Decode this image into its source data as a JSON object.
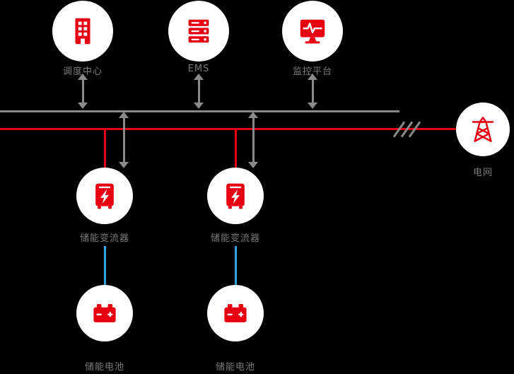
{
  "nodes": {
    "dispatch_center": {
      "label": "调度中心",
      "icon": "building-icon"
    },
    "ems": {
      "label": "EMS",
      "icon": "server-icon"
    },
    "monitoring_platform": {
      "label": "监控平台",
      "icon": "monitor-pulse-icon"
    },
    "grid": {
      "label": "电网",
      "icon": "transmission-tower-icon"
    },
    "pcs_left": {
      "label": "储能变流器",
      "icon": "converter-icon"
    },
    "pcs_right": {
      "label": "储能变流器",
      "icon": "converter-icon"
    },
    "battery_left": {
      "label": "储能电池",
      "icon": "battery-icon"
    },
    "battery_right": {
      "label": "储能电池",
      "icon": "battery-icon"
    }
  },
  "colors": {
    "red": "#e60012",
    "gray_line": "#8a8a8a",
    "blue_line": "#2ea7e0",
    "label": "#7c7a7a",
    "circle_bg": "#ffffff",
    "page_bg": "#000000"
  }
}
